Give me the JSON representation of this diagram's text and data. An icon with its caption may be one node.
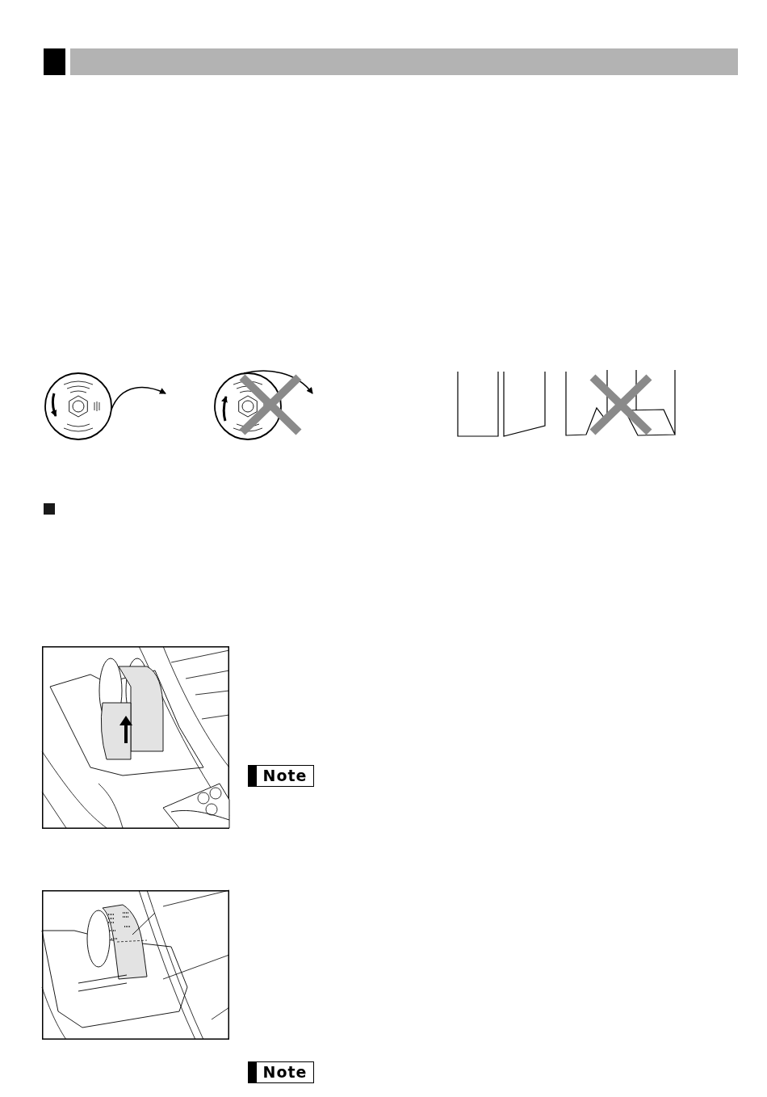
{
  "diagram": {
    "nodes": [
      {
        "text": [],
        "shape": "bar"
      }
    ],
    "labels": [
      "Note",
      "Note"
    ]
  }
}
